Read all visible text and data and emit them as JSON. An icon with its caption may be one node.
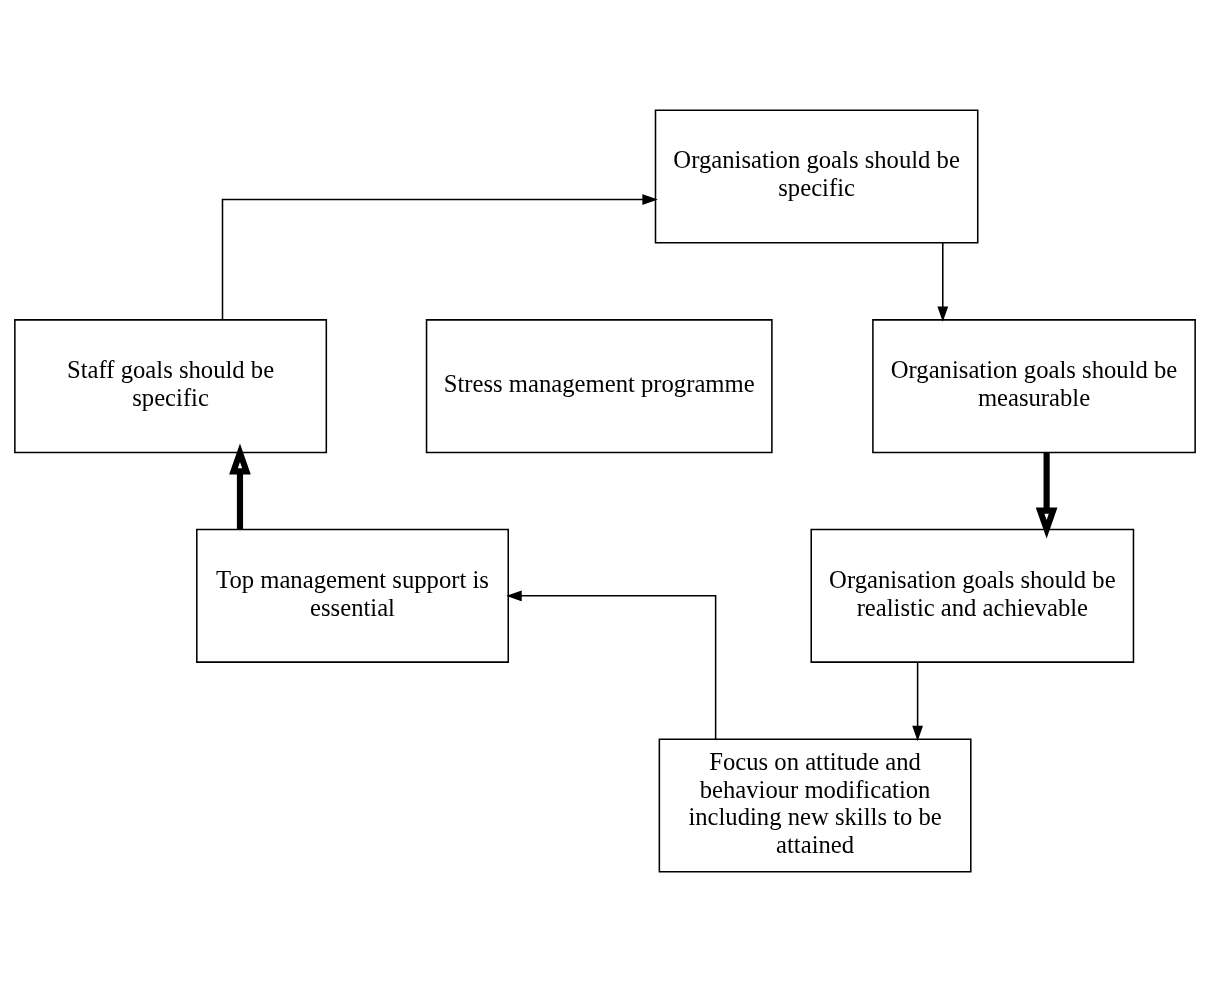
{
  "diagram": {
    "nodes": [
      {
        "text": [
          "Organisation goals should be specific"
        ]
      },
      {
        "text": [
          "Organisation goals should be measurable"
        ]
      },
      {
        "text": [
          "Organisation goals should be realistic and achievable"
        ]
      },
      {
        "text": [
          "Focus on attitude and behaviour modification including new skills to be attained"
        ]
      },
      {
        "text": [
          "Top management support is essential"
        ]
      },
      {
        "text": [
          "Staff goals should be specific"
        ]
      },
      {
        "text": [
          "Stress management programme"
        ]
      }
    ],
    "edges": [
      {
        "from": 5,
        "to": 0,
        "arrow": "to"
      },
      {
        "from": 0,
        "to": 1,
        "arrow": "to"
      },
      {
        "from": 1,
        "to": 2,
        "arrow": "to",
        "style": "thick"
      },
      {
        "from": 2,
        "to": 3,
        "arrow": "to"
      },
      {
        "from": 3,
        "to": 4,
        "arrow": "to"
      },
      {
        "from": 4,
        "to": 5,
        "arrow": "to",
        "style": "thick"
      }
    ]
  }
}
